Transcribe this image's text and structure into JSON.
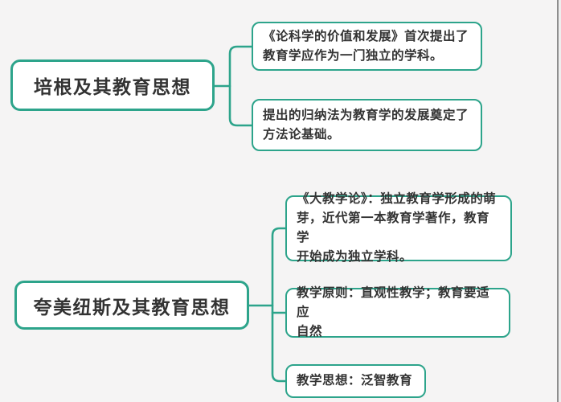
{
  "canvas": {
    "background_color": "#f5f4f4",
    "accent_color": "#2da48b",
    "text_color": "#333333",
    "edge_line_color": "#8e8e8e"
  },
  "mindmap": {
    "branches": [
      {
        "topic": "培根及其教育思想",
        "children": [
          {
            "text": "《论科学的价值和发展》首次提出了\n教育学应作为一门独立的学科。"
          },
          {
            "text": "提出的归纳法为教育学的发展奠定了\n方法论基础。"
          }
        ]
      },
      {
        "topic": "夸美纽斯及其教育思想",
        "children": [
          {
            "text": "《大教学论》：独立教育学形成的萌\n芽，近代第一本教育学著作，教育学\n开始成为独立学科。"
          },
          {
            "text": "教学原则：直观性教学；教育要适应\n自然"
          },
          {
            "text": "教学思想：泛智教育"
          }
        ]
      }
    ]
  }
}
